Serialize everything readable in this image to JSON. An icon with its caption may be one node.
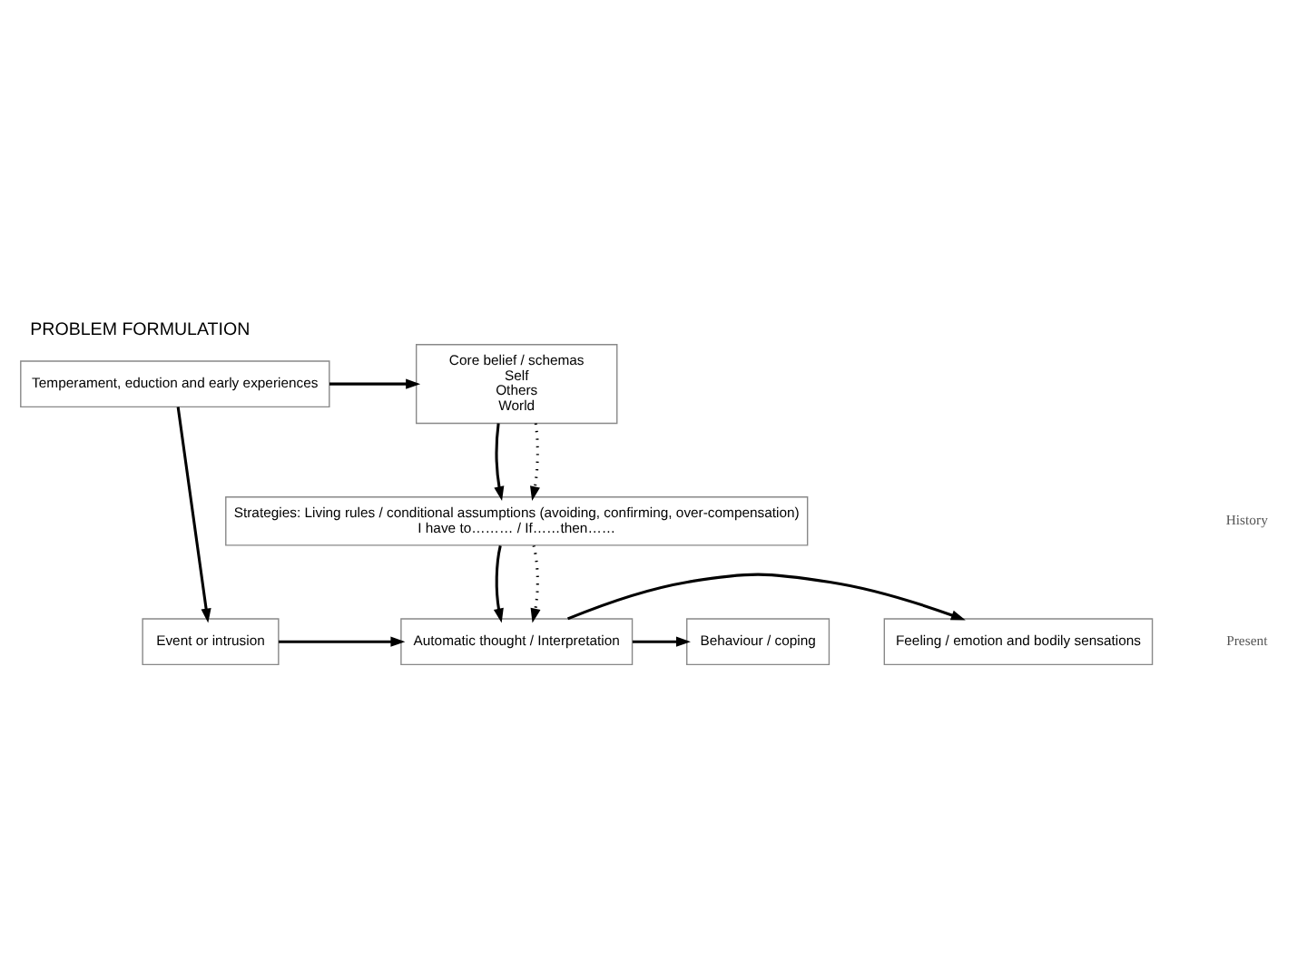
{
  "diagram": {
    "title": "PROBLEM FORMULATION",
    "nodes": [
      {
        "text": [
          "Event or intrusion"
        ]
      },
      {
        "text": [
          "Automatic thought / Interpretation"
        ]
      },
      {
        "text": [
          "Feeling / emotion and bodily sensations"
        ]
      },
      {
        "text": [
          "Behaviour / coping"
        ]
      },
      {
        "text": [
          "Strategies: Living rules / conditional assumptions (avoiding, confirming, over-compensation)",
          "I have to……… / If……then……"
        ]
      },
      {
        "text": [
          "Temperament, eduction and early experiences"
        ]
      },
      {
        "text": [
          "Core belief / schemas",
          "Self",
          "Others",
          "World"
        ]
      }
    ],
    "edges": [
      {
        "from": 0,
        "to": 1,
        "arrow": "to"
      },
      {
        "from": 1,
        "to": 2,
        "arrow": "to"
      },
      {
        "from": 1,
        "to": 3,
        "arrow": "to"
      },
      {
        "from": 4,
        "to": 1,
        "arrow": "to"
      },
      {
        "from": 4,
        "to": 1,
        "arrow": "to",
        "style": "dashed"
      },
      {
        "from": 5,
        "to": 0,
        "arrow": "to"
      },
      {
        "from": 5,
        "to": 6,
        "arrow": "to"
      },
      {
        "from": 6,
        "to": 4,
        "arrow": "to"
      },
      {
        "from": 6,
        "to": 4,
        "arrow": "to",
        "style": "dashed"
      }
    ],
    "labels": [
      "Present",
      "History"
    ]
  }
}
